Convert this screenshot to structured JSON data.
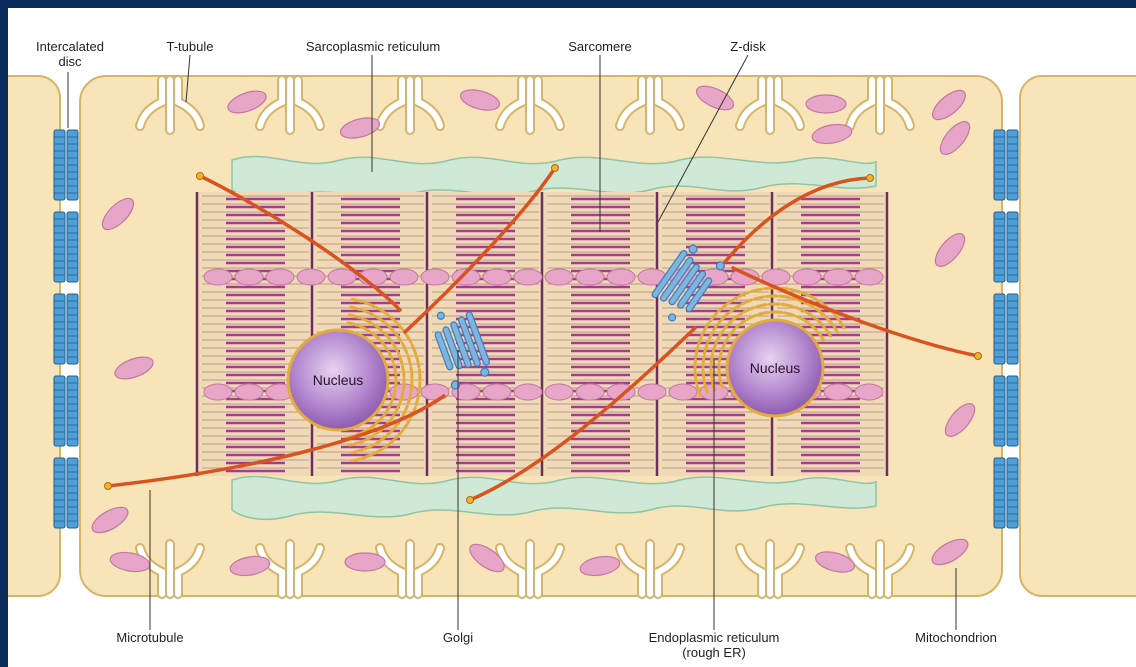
{
  "labels": {
    "intercalated_disc_line1": "Intercalated",
    "intercalated_disc_line2": "disc",
    "t_tubule": "T-tubule",
    "sarcoplasmic_reticulum": "Sarcoplasmic reticulum",
    "sarcomere": "Sarcomere",
    "z_disk": "Z-disk",
    "microtubule": "Microtubule",
    "golgi": "Golgi",
    "endoplasmic_reticulum_line1": "Endoplasmic reticulum",
    "endoplasmic_reticulum_line2": "(rough ER)",
    "mitochondrion": "Mitochondrion",
    "nucleus_left": "Nucleus",
    "nucleus_right": "Nucleus"
  },
  "colors": {
    "frame_border": "#0b2a5c",
    "cytoplasm": "#f7e4b8",
    "cell_outline": "#d6b46a",
    "myofibril_bg": "#efd9b7",
    "myofibril_band": "#a83a93",
    "z_line": "#6b2f5e",
    "sarcoplasmic_reticulum": "#cfe9d6",
    "mitochondrion": "#e7a6c7",
    "microtubule": "#d9531e",
    "golgi": "#7fb3e0",
    "nucleus": "#b58ad0",
    "rough_er": "#e2ac3b",
    "intercalated_disc": "#4f9fd6"
  }
}
